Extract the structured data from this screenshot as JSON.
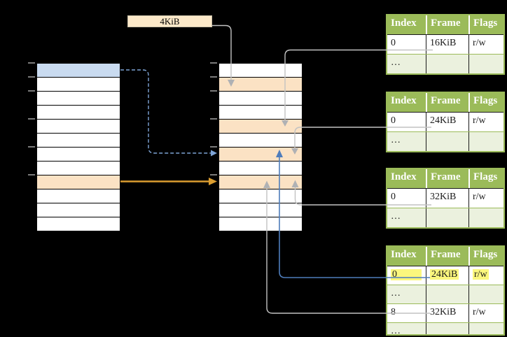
{
  "page_size_label": "4KiB",
  "memory_columns": {
    "left": {
      "rows": 12,
      "special_rows": {
        "0": "blue",
        "8": "orange"
      },
      "tick_rows": [
        0,
        1,
        2,
        4,
        6,
        8
      ]
    },
    "middle": {
      "rows": 12,
      "special_rows": {
        "1": "orange",
        "4": "orange",
        "6": "orange",
        "8": "orange"
      },
      "tick_rows": [
        0,
        1,
        2,
        4,
        6,
        8
      ]
    }
  },
  "page_tables": [
    {
      "id": "page-table-1",
      "headers": [
        "Index",
        "Frame",
        "Flags"
      ],
      "rows": [
        {
          "cells": [
            "0",
            "16KiB",
            "r/w"
          ],
          "highlight": false
        },
        {
          "cells": [
            "…",
            "",
            ""
          ],
          "highlight": false
        }
      ]
    },
    {
      "id": "page-table-2",
      "headers": [
        "Index",
        "Frame",
        "Flags"
      ],
      "rows": [
        {
          "cells": [
            "0",
            "24KiB",
            "r/w"
          ],
          "highlight": false
        },
        {
          "cells": [
            "…",
            "",
            ""
          ],
          "highlight": false
        }
      ]
    },
    {
      "id": "page-table-3",
      "headers": [
        "Index",
        "Frame",
        "Flags"
      ],
      "rows": [
        {
          "cells": [
            "0",
            "32KiB",
            "r/w"
          ],
          "highlight": false
        },
        {
          "cells": [
            "…",
            "",
            ""
          ],
          "highlight": false
        }
      ]
    },
    {
      "id": "page-table-4",
      "headers": [
        "Index",
        "Frame",
        "Flags"
      ],
      "rows": [
        {
          "cells": [
            "0",
            "24KiB",
            "r/w"
          ],
          "highlight": true
        },
        {
          "cells": [
            "…",
            "",
            ""
          ],
          "highlight": false
        },
        {
          "cells": [
            "8",
            "32KiB",
            "r/w"
          ],
          "highlight": false
        },
        {
          "cells": [
            "…",
            "",
            ""
          ],
          "highlight": false
        }
      ]
    }
  ],
  "colors": {
    "header_green": "#9BBB59",
    "row_green": "#EBF1DE",
    "cell_orange": "#FBE2C4",
    "cell_blue": "#C9DBF0",
    "highlight_yellow": "#FBF77D",
    "label_fill": "#FCE9C9",
    "label_border": "#C8BFA8",
    "line_gray": "#C2C2C2",
    "arrow_gray": "#AFB1B4",
    "line_blue": "#4F7DBB",
    "line_dashed_blue": "#7EA4D6",
    "line_amber": "#DB9D30"
  }
}
